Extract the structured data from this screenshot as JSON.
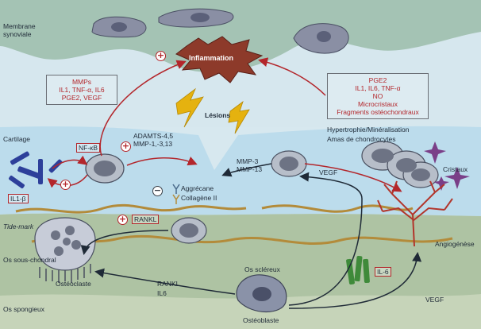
{
  "labels": {
    "synovial_membrane": "Membrane\nsynoviale",
    "inflammation": "Inflammation",
    "lesions": "Lésions",
    "cartilage": "Cartilage",
    "nfkb": "NF-κB",
    "il1b": "IL1-β",
    "adamts": "ADAMTS-4,5",
    "mmp_1_3_13": "MMP-1,-3,13",
    "aggrecan": "Aggrécane",
    "collagen": "Collagène II",
    "mmp3": "MMP-3",
    "mmp13": "MMP-13",
    "hypertrophy": "Hypertrophie/Minéralisation",
    "chondrocyte_clusters": "Amas de chondrocytes",
    "vegf_top": "VEGF",
    "crystals": "Cristaux",
    "angiogenesis": "Angiogénèse",
    "rankl_box": "RANKL",
    "tide_mark": "Tide-mark",
    "subchondral_bone": "Os sous-chondral",
    "sclerotic_bone": "Os scléreux",
    "il6_box": "IL-6",
    "osteoclast": "Ostéoclaste",
    "rankl": "RANKL",
    "il6": "IL6",
    "spongy_bone": "Os spongieux",
    "osteoblast": "Ostéoblaste",
    "vegf_bottom": "VEGF"
  },
  "box_left": [
    "MMPs",
    "IL1, TNF-α, IL6",
    "PGE2, VEGF"
  ],
  "box_right": [
    "PGE2",
    "IL1, IL6, TNF-α",
    "NO",
    "Microcristaux",
    "Fragments ostéochondraux"
  ],
  "colors": {
    "synovium": "#a4c3b4",
    "cartilage": "#bcdcec",
    "bone": "#a9bd9d",
    "inflammation": "#8d3a2a",
    "arrow_red": "#b3262b",
    "lightning": "#e5b20f",
    "vessel": "#b2352b",
    "crystal": "#7a3f88",
    "tidemark": "#b38b3a"
  }
}
